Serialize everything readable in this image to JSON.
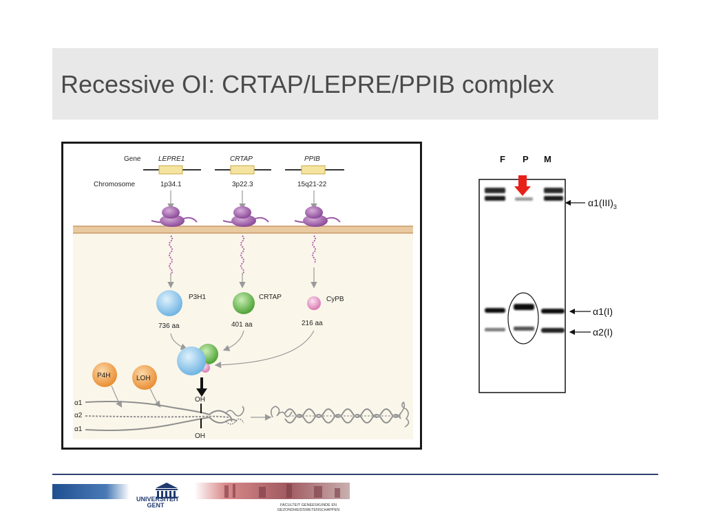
{
  "slide": {
    "title": "Recessive OI: CRTAP/LEPRE/PPIB complex"
  },
  "diagram": {
    "gene_label": "Gene",
    "chromosome_label": "Chromosome",
    "genes": [
      {
        "name": "LEPRE1",
        "locus": "1p34.1",
        "protein": "P3H1",
        "length": "736 aa",
        "color": "#8ec6ea"
      },
      {
        "name": "CRTAP",
        "locus": "3p22.3",
        "protein": "CRTAP",
        "length": "401 aa",
        "color": "#6cbf4e"
      },
      {
        "name": "PPIB",
        "locus": "15q21-22",
        "protein": "CyPB",
        "length": "216 aa",
        "color": "#e899c6"
      }
    ],
    "enzymes": [
      "P4H",
      "LOH"
    ],
    "chains": [
      "α1",
      "α2",
      "α1"
    ],
    "oh_label": "OH",
    "colors": {
      "gene_box": "#f4e4a0",
      "membrane": "#e8c9a0",
      "cytoplasm": "#fbf6ea",
      "enzyme": "#f0a050",
      "ribosome": "#9b5aa8"
    }
  },
  "gel": {
    "lanes": [
      "F",
      "P",
      "M"
    ],
    "labels": {
      "a1_III": "α1(III)",
      "a1_III_sub": "3",
      "a1_I": "α1(I)",
      "a2_I": "α2(I)"
    },
    "arrow_color": "#e8201a"
  },
  "footer": {
    "university_line1": "UNIVERSITEIT",
    "university_line2": "GENT",
    "faculty_line1": "FACULTEIT GENEESKUNDE EN",
    "faculty_line2": "GEZONDHEIDSWETENSCHAPPEN"
  }
}
